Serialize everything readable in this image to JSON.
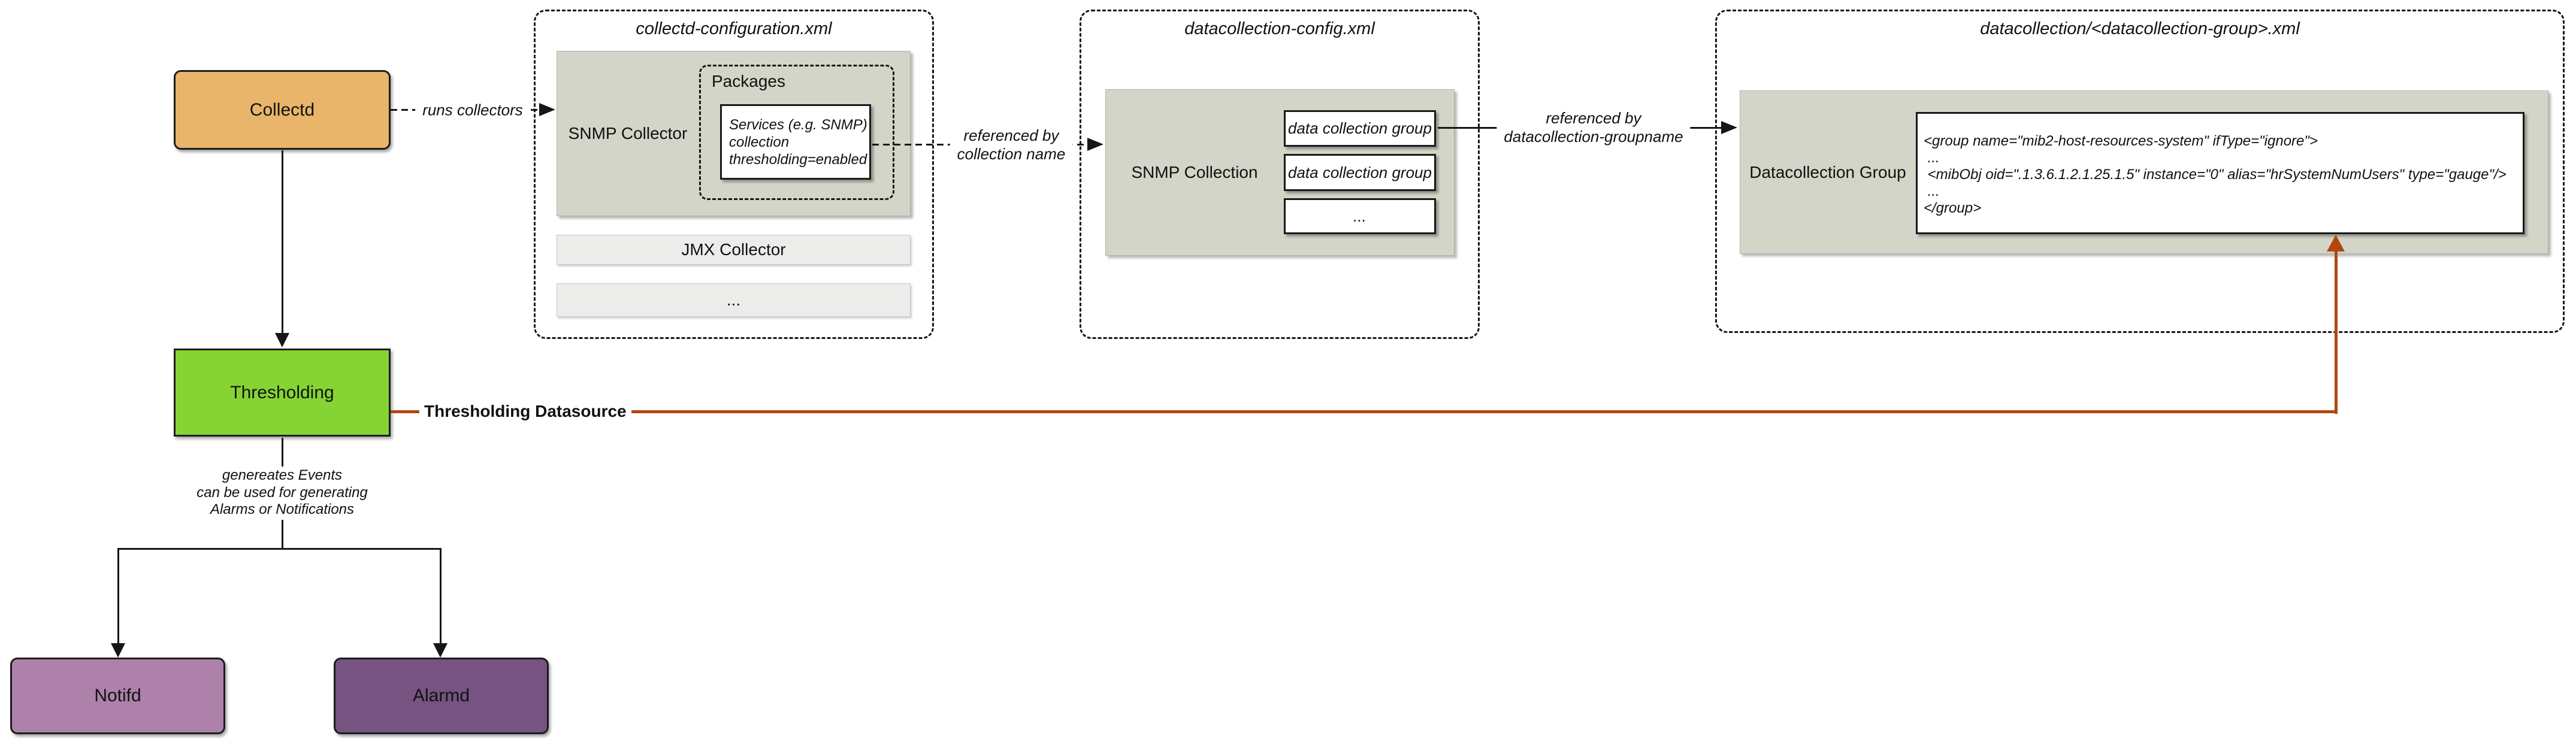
{
  "colors": {
    "collectd": "#E8B56A",
    "thresholding": "#86D433",
    "notifd": "#AE81AA",
    "alarmd": "#765380",
    "panel": "#D3D5C8",
    "panel_light": "#ECECEA",
    "accent_red": "#B2470E",
    "line": "#161616"
  },
  "nodes": {
    "collectd": "Collectd",
    "thresholding": "Thresholding",
    "notifd": "Notifd",
    "alarmd": "Alarmd"
  },
  "collectd_config": {
    "title": "collectd-configuration.xml",
    "snmp_collector": "SNMP Collector",
    "packages": "Packages",
    "services_lines": [
      "Services (e.g. SNMP)",
      "collection",
      "thresholding=enabled"
    ],
    "jmx_collector": "JMX Collector",
    "more": "..."
  },
  "datacollection_config": {
    "title": "datacollection-config.xml",
    "snmp_collection": "SNMP Collection",
    "groups": [
      "data collection group",
      "data collection group",
      "..."
    ]
  },
  "datacollection_group_file": {
    "title": "datacollection/<datacollection-group>.xml",
    "group_label": "Datacollection Group",
    "code_lines": [
      "<group name=\"mib2-host-resources-system\" ifType=\"ignore\">",
      " ...",
      " <mibObj oid=\".1.3.6.1.2.1.25.1.5\" instance=\"0\" alias=\"hrSystemNumUsers\" type=\"gauge\"/>",
      " ...",
      "</group>"
    ]
  },
  "edges": {
    "runs_collectors": "runs collectors",
    "referenced_by_collection": [
      "referenced by",
      "collection name"
    ],
    "referenced_by_groupname": [
      "referenced by",
      "datacollection-groupname"
    ],
    "thresholding_datasource": "Thresholding Datasource",
    "generates_events": [
      "genereates Events",
      "can be used for generating",
      "Alarms or Notifications"
    ]
  }
}
